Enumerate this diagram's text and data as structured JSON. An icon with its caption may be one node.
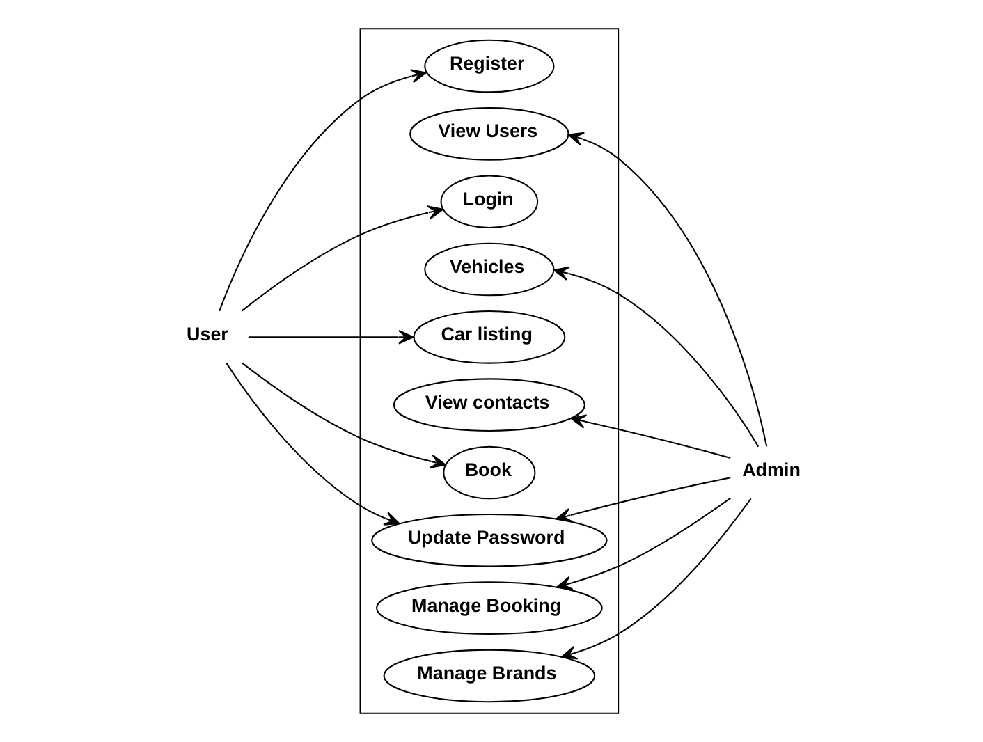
{
  "diagram": {
    "nodes": [
      {
        "text": [],
        "shape": "box"
      },
      {
        "text": [
          "Register"
        ],
        "in": 0
      },
      {
        "text": [
          "View Users"
        ],
        "in": 0
      },
      {
        "text": [
          "Login"
        ],
        "in": 0
      },
      {
        "text": [
          "Vehicles"
        ],
        "in": 0
      },
      {
        "text": [
          "Car listing"
        ],
        "in": 0
      },
      {
        "text": [
          "View contacts"
        ],
        "in": 0
      },
      {
        "text": [
          "Book"
        ],
        "in": 0
      },
      {
        "text": [
          "Update Password"
        ],
        "in": 0
      },
      {
        "text": [
          "Manage Booking"
        ],
        "in": 0
      },
      {
        "text": [
          "Manage Brands"
        ],
        "in": 0
      },
      {
        "text": [
          "User"
        ]
      },
      {
        "text": [
          "Admin"
        ]
      }
    ],
    "edges": [
      {
        "from": 11,
        "to": 1,
        "arrow": "to"
      },
      {
        "from": 11,
        "to": 3,
        "arrow": "to"
      },
      {
        "from": 11,
        "to": 5,
        "arrow": "to"
      },
      {
        "from": 11,
        "to": 7,
        "arrow": "to"
      },
      {
        "from": 11,
        "to": 8,
        "arrow": "to"
      },
      {
        "from": 12,
        "to": 2,
        "arrow": "to"
      },
      {
        "from": 12,
        "to": 4,
        "arrow": "to"
      },
      {
        "from": 12,
        "to": 6,
        "arrow": "to"
      },
      {
        "from": 12,
        "to": 8,
        "arrow": "to"
      },
      {
        "from": 12,
        "to": 9,
        "arrow": "to"
      },
      {
        "from": 12,
        "to": 10,
        "arrow": "to"
      }
    ]
  }
}
